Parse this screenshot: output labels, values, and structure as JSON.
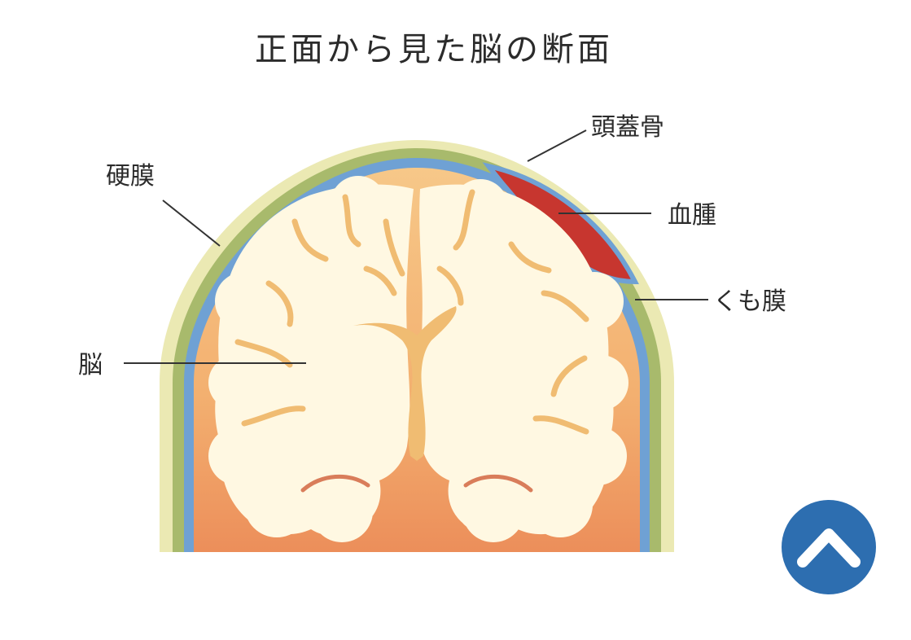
{
  "title": "正面から見た脳の断面",
  "labels": {
    "skull": "頭蓋骨",
    "dura": "硬膜",
    "hematoma": "血腫",
    "arachnoid": "くも膜",
    "brain": "脳"
  },
  "colors": {
    "skull_outer": "#ebe9b3",
    "skull_inner": "#a8ba6c",
    "dura": "#6fa1d4",
    "cortex_top": "#f7c98a",
    "cortex_bottom": "#ec8e5a",
    "white_matter": "#fff8e2",
    "sulci": "#f0bc72",
    "hematoma": "#c7362f",
    "button": "#2d6eb0"
  },
  "icons": {
    "back_to_top": "chevron-up-icon"
  }
}
